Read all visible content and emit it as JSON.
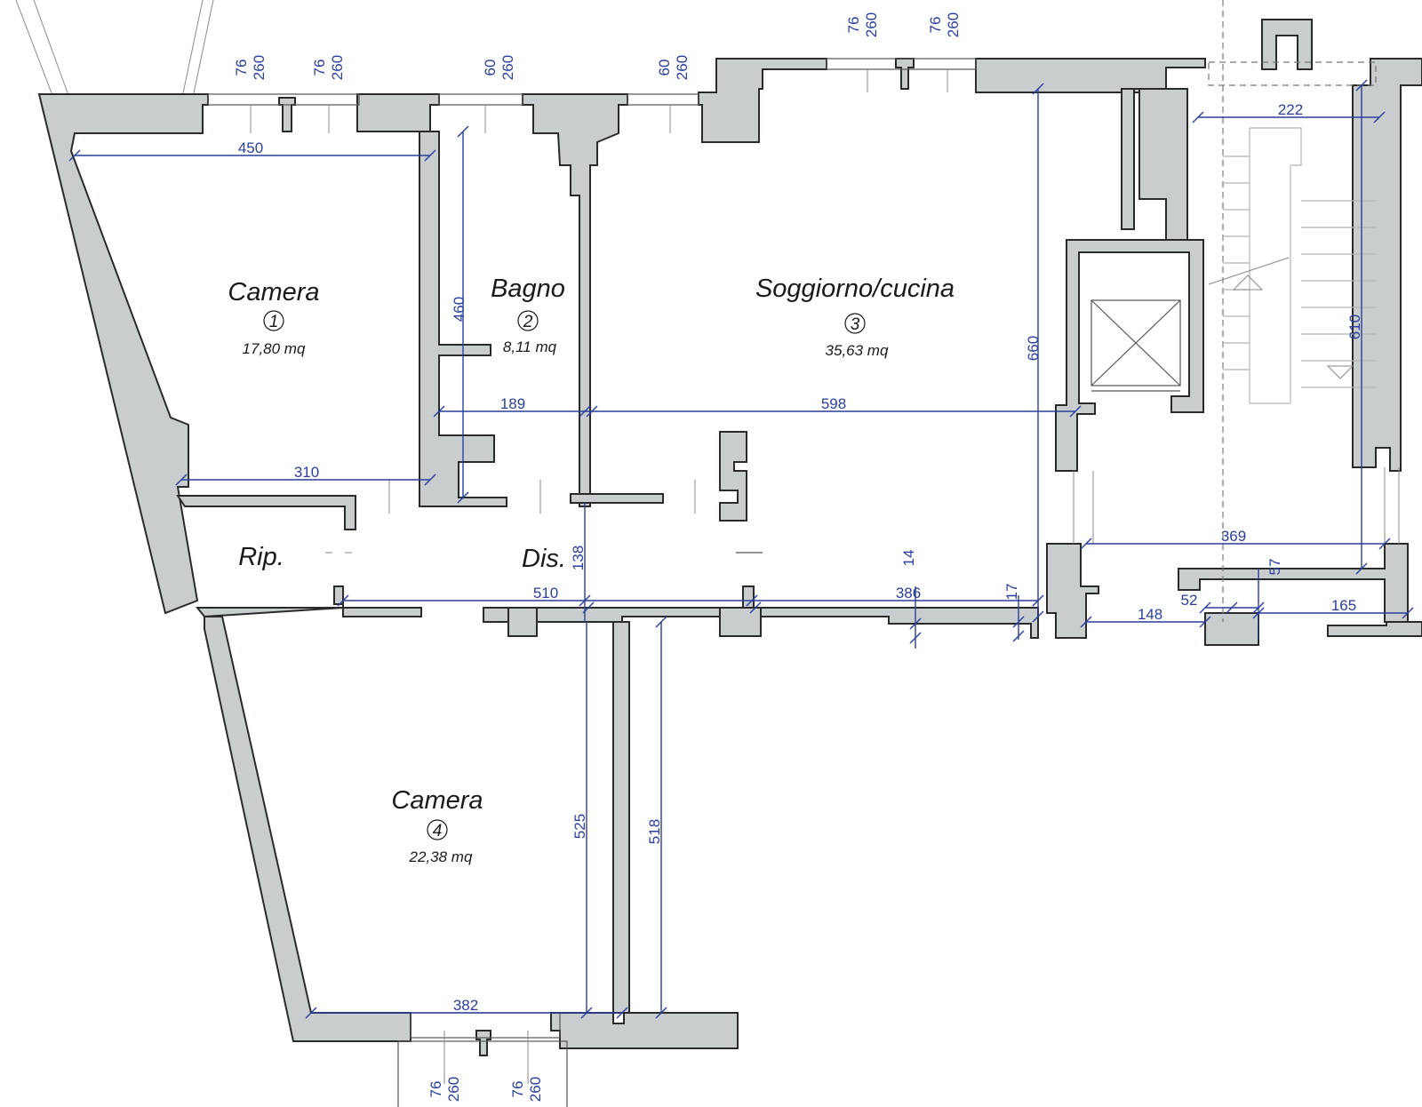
{
  "rooms": {
    "camera1": {
      "name": "Camera",
      "number": "1",
      "area": "17,80 mq"
    },
    "bagno": {
      "name": "Bagno",
      "number": "2",
      "area": "8,11 mq"
    },
    "soggiorno": {
      "name": "Soggiorno/cucina",
      "number": "3",
      "area": "35,63 mq"
    },
    "camera4": {
      "name": "Camera",
      "number": "4",
      "area": "22,38 mq"
    },
    "rip": {
      "name": "Rip."
    },
    "dis": {
      "name": "Dis."
    }
  },
  "dimensions": {
    "d450": "450",
    "d460": "460",
    "d310": "310",
    "d189": "189",
    "d598": "598",
    "d660": "660",
    "d222": "222",
    "d610": "610",
    "d369": "369",
    "d510": "510",
    "d138": "138",
    "d386": "386",
    "d14": "14",
    "d17": "17",
    "d148": "148",
    "d52": "52",
    "d57": "57",
    "d165": "165",
    "d525": "525",
    "d518": "518",
    "d382": "382"
  },
  "windows": {
    "w76": "76",
    "w260": "260",
    "w60": "60"
  },
  "colors": {
    "wall_fill": "#c9cdcd",
    "dimension_blue": "#2a3f9c"
  }
}
